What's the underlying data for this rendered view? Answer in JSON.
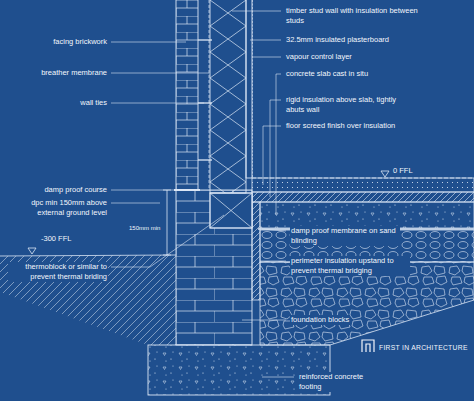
{
  "diagram": {
    "labels": [
      "timber stud wall with insulation between studs",
      "32.5mm insulated plasterboard",
      "vapour control layer",
      "concrete slab cast in situ",
      "rigid insulation above slab, tightly abuts wall",
      "floor screed finish over insulation",
      "0 FFL",
      "facing brickwork",
      "breather membrane",
      "wall ties",
      "damp proof course",
      "dpc min 150mm above external ground level",
      "150mm min",
      "-300 FFL",
      "thermoblock or similar to prevent thermal briding",
      "damp proof membrane on sand blinding",
      "perimeter insulation upstand to prevent thermal bridging",
      "foundation blocks",
      "reinforced concrete footing",
      "FIRST IN ARCHITECTURE"
    ]
  }
}
